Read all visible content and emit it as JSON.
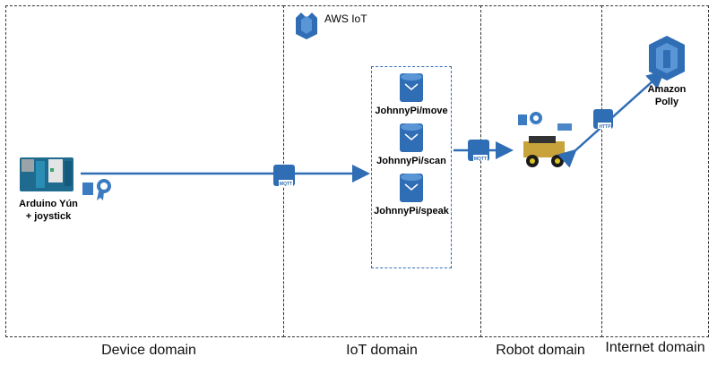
{
  "domains": {
    "device": "Device domain",
    "iot": "IoT domain",
    "robot": "Robot domain",
    "internet": "Internet domain"
  },
  "service": {
    "aws_iot": "AWS IoT"
  },
  "device": {
    "name_line1": "Arduino Yún",
    "name_line2": "+ joystick"
  },
  "topics": [
    {
      "label": "JohnnyPi/move"
    },
    {
      "label": "JohnnyPi/scan"
    },
    {
      "label": "JohnnyPi/speak"
    }
  ],
  "polly": {
    "line1": "Amazon",
    "line2": "Polly"
  },
  "protocols": {
    "mqtt": "MQTT",
    "http": "HTTP"
  },
  "colors": {
    "accent": "#2f6db5",
    "icon_light": "#4a86c8"
  },
  "icons": [
    "aws-iot-icon",
    "arduino-board-icon",
    "certificate-icon",
    "topic-icon",
    "robot-car-icon",
    "polly-icon",
    "mqtt-icon",
    "http-icon"
  ]
}
